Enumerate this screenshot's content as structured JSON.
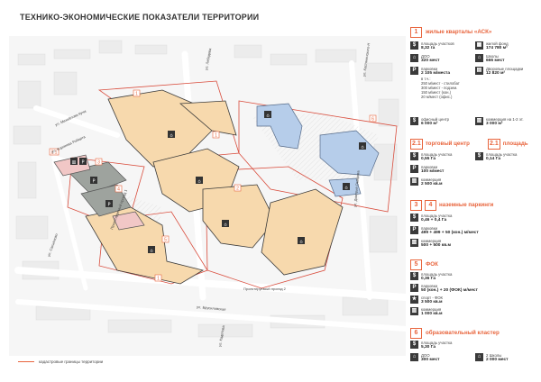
{
  "title": "ТЕХНИКО-ЭКОНОМИЧЕСКИЕ ПОКАЗАТЕЛИ ТЕРРИТОРИИ",
  "legend": {
    "label": "кадастровые границы территории"
  },
  "map": {
    "streets": {
      "lebedeva": "ул. Лебедева",
      "kostyaninski": "ул. Костянинского-Н",
      "mikhailova": "ул. Михайлова Куни",
      "korneeva": "ул. Корнеева Роберта",
      "sakyanovo": "ул. Сакъяново",
      "proezd2": "Проектируемый проезд 2",
      "brusilova": "ул. Брусиловская",
      "kadetov": "ул. Кадетова",
      "omirova": "ул. Дмитрия Омирова",
      "proezd1": "Проектируемый проезд 1"
    },
    "labels": {
      "n1a": "1",
      "n1b": "1",
      "n1c": "1",
      "n2": "2",
      "n3": "3",
      "n4": "4",
      "n5": "5",
      "n6": "6",
      "n21": "2.1"
    },
    "colors": {
      "residential": "#f7d9ad",
      "school": "#b6cdea",
      "parking": "#9ea39e",
      "sport": "#f1c7c6",
      "boundary": "#d94c3c",
      "accent": "#e8643c"
    }
  },
  "sections": [
    {
      "num": "1",
      "title": "жилые кварталы «АСК»",
      "items": [
        {
          "icon": "$",
          "label": "площадь участков",
          "value": "8,32 га"
        },
        {
          "icon": "▦",
          "label": "жилой фонд",
          "value": "174 780 м²"
        },
        {
          "icon": "⌂",
          "label": "ДОО",
          "value": "320 мест"
        },
        {
          "icon": "⌂",
          "label": "Школы",
          "value": "666 мест"
        },
        {
          "icon": "P",
          "label": "парковки",
          "value": "2 105 м/места"
        },
        {
          "icon": "▤",
          "label": "Дворовые площадки",
          "value": "12 820 м²"
        },
        {
          "icon": "",
          "label": "в т.ч.:",
          "value": ""
        },
        {
          "icon": "",
          "label": "250 м/мест - стилобат",
          "value": ""
        },
        {
          "icon": "",
          "label": "300 м/мест - подзем.",
          "value": ""
        },
        {
          "icon": "",
          "label": "150 м/мест (кон.)",
          "value": ""
        },
        {
          "icon": "",
          "label": "20 м/мест (офис.)",
          "value": ""
        },
        {
          "icon": "$",
          "label": "офисный центр",
          "value": "6 000 м²"
        },
        {
          "icon": "▥",
          "label": "коммерция на 1-2 эт.",
          "value": "3 000 м²"
        }
      ]
    },
    {
      "num": "2.1",
      "title": "торговый центр",
      "items": [
        {
          "icon": "$",
          "label": "площадь участка",
          "value": "0,55 Га"
        },
        {
          "icon": "P",
          "label": "парковки",
          "value": "100 м/мест"
        },
        {
          "icon": "▥",
          "label": "коммерция",
          "value": "2 500 кв.м"
        }
      ]
    },
    {
      "num": "2.1",
      "title": "площадь",
      "items": [
        {
          "icon": "$",
          "label": "площадь участка",
          "value": "0,14 Га"
        }
      ]
    },
    {
      "num": "3",
      "num2": "4",
      "title": "наземные паркинги",
      "items": [
        {
          "icon": "$",
          "label": "площадь участка",
          "value": "0,46 + 0,4 Га"
        },
        {
          "icon": "P",
          "label": "парковки",
          "value": "499 + 499 + 50 (кон.) м/мест"
        },
        {
          "icon": "▥",
          "label": "коммерция",
          "value": "500 + 500 кв.м"
        }
      ]
    },
    {
      "num": "5",
      "title": "ФОК",
      "items": [
        {
          "icon": "$",
          "label": "площадь участка",
          "value": "0,36 Га"
        },
        {
          "icon": "P",
          "label": "парковки",
          "value": "50 (кон.) + 20 (ФОК) м/мест"
        },
        {
          "icon": "★",
          "label": "спорт - ФОК",
          "value": "3 500 кв.м"
        },
        {
          "icon": "▥",
          "label": "коммерция",
          "value": "1 000 кв.м"
        }
      ]
    },
    {
      "num": "6",
      "title": "образовательный кластер",
      "items": [
        {
          "icon": "$",
          "label": "площадь участка",
          "value": "5,30 Га"
        },
        {
          "icon": "⌂",
          "label": "ДОО",
          "value": "300 мест"
        },
        {
          "icon": "⌂",
          "label": "2 Школы",
          "value": "2 000 мест"
        }
      ]
    }
  ]
}
